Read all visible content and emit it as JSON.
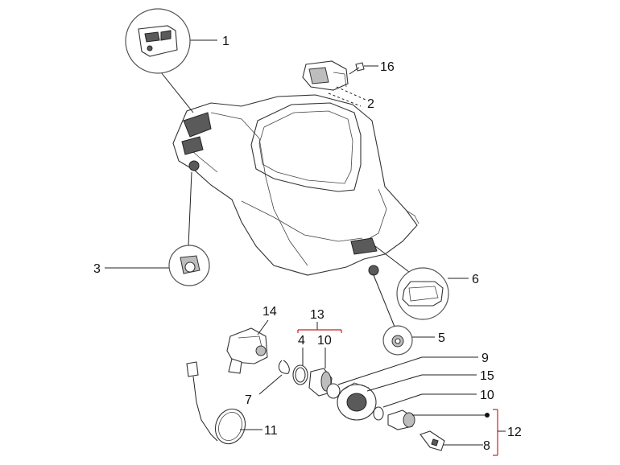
{
  "callouts": {
    "c1": "1",
    "c2": "2",
    "c3": "3",
    "c4": "4",
    "c5": "5",
    "c6": "6",
    "c7": "7",
    "c8": "8",
    "c9": "9",
    "c10a": "10",
    "c10b": "10",
    "c11": "11",
    "c12": "12",
    "c13": "13",
    "c14": "14",
    "c15": "15",
    "c16": "16"
  },
  "colors": {
    "line": "#222222",
    "bracket": "#cc2222",
    "part_fill": "#ffffff",
    "dark_part": "#5a5a5a"
  }
}
